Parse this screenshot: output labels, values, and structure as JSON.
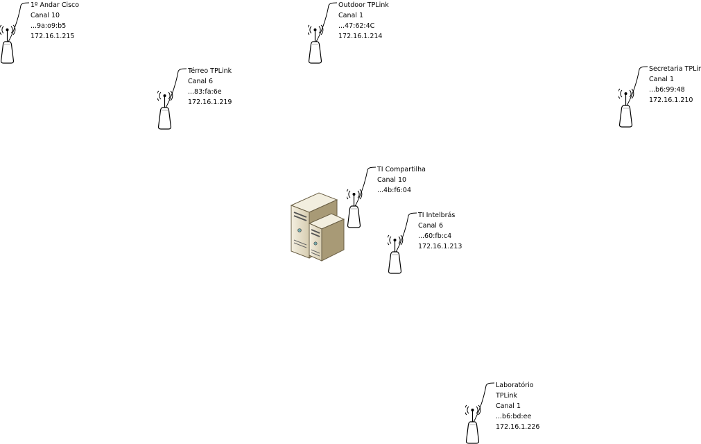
{
  "access_points": [
    {
      "name": "1º Andar Cisco",
      "lines": [
        "1º Andar Cisco",
        "Canal 10",
        "...9a:o9:b5",
        "172.16.1.215"
      ]
    },
    {
      "name": "Outdoor TPLink",
      "lines": [
        "Outdoor TPLink",
        "Canal 1",
        "...47:62:4C",
        "172.16.1.214"
      ]
    },
    {
      "name": "Térreo TPLink",
      "lines": [
        "Térreo TPLink",
        "Canal 6",
        "...83:fa:6e",
        "172.16.1.219"
      ]
    },
    {
      "name": "Secretaria TPLink",
      "lines": [
        "Secretaria TPLink",
        "Canal 1",
        "...b6:99:48",
        "172.16.1.210"
      ]
    },
    {
      "name": "TI Compartilha",
      "lines": [
        "TI Compartilha",
        "Canal 10",
        "...4b:f6:04"
      ]
    },
    {
      "name": "TI Intelbrás",
      "lines": [
        "TI Intelbrás",
        "Canal 6",
        "...60:fb:c4",
        "172.16.1.213"
      ]
    },
    {
      "name": "Laboratório TPLink",
      "lines": [
        "Laboratório",
        "TPLink",
        "Canal 1",
        "...b6:bd:ee",
        "172.16.1.226"
      ]
    }
  ],
  "server": {
    "icon": "server-icon"
  }
}
